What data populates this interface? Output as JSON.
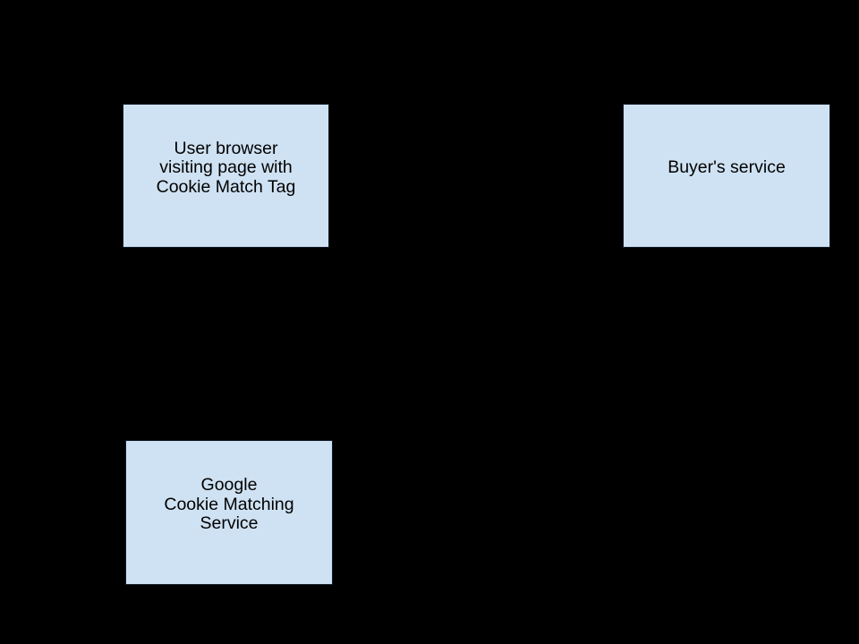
{
  "background_color": "#000000",
  "diagram": {
    "node_fill_color": "#cfe2f3",
    "node_border_color": "#141c28",
    "node_text_color": "#000000",
    "nodes": [
      {
        "id": "user-browser",
        "lines": [
          "User browser",
          "visiting page with",
          "Cookie Match Tag"
        ]
      },
      {
        "id": "buyers-service",
        "lines": [
          "Buyer's service"
        ]
      },
      {
        "id": "google-cookie-matching-service",
        "lines": [
          "Google",
          "Cookie Matching",
          "Service"
        ]
      }
    ]
  }
}
